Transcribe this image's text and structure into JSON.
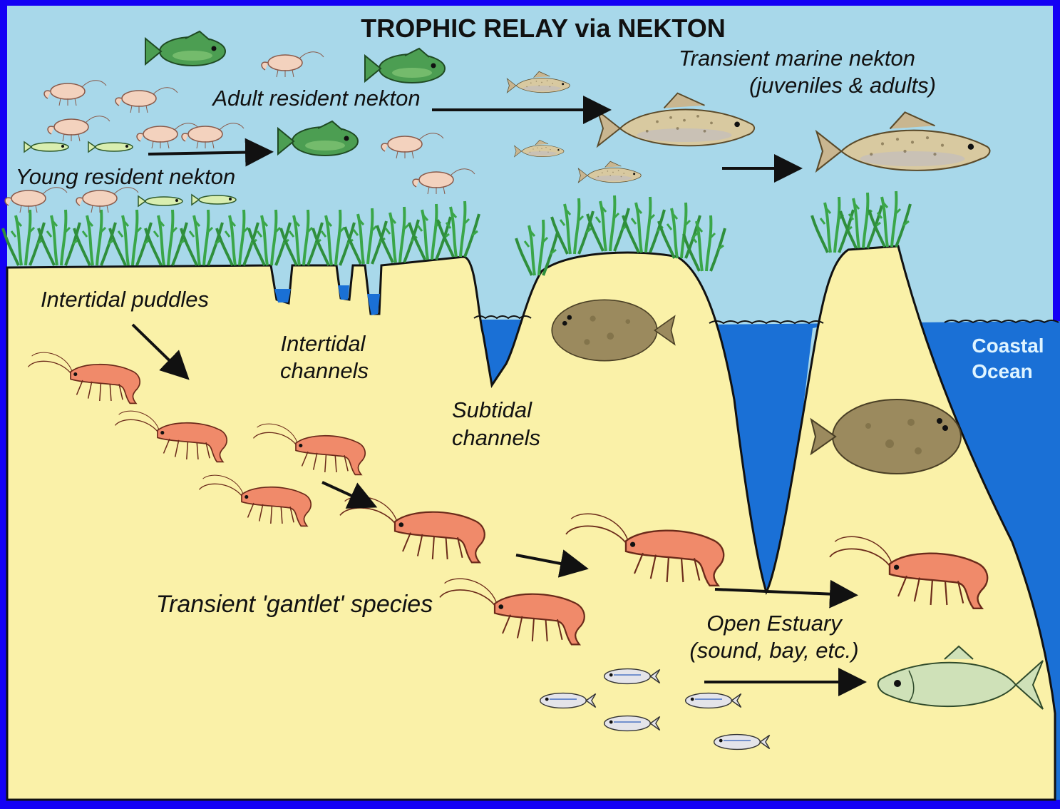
{
  "diagram": {
    "title": "TROPHIC RELAY via NEKTON",
    "labels": {
      "transient_marine_line1": "Transient marine nekton",
      "transient_marine_line2": "(juveniles & adults)",
      "adult_resident": "Adult resident nekton",
      "young_resident": "Young resident nekton",
      "intertidal_puddles": "Intertidal puddles",
      "intertidal_channels_line1": "Intertidal",
      "intertidal_channels_line2": "channels",
      "subtidal_channels_line1": "Subtidal",
      "subtidal_channels_line2": "channels",
      "coastal_ocean_line1": "Coastal",
      "coastal_ocean_line2": "Ocean",
      "gantlet_species": "Transient 'gantlet' species",
      "open_estuary_line1": "Open Estuary",
      "open_estuary_line2": "(sound, bay, etc.)"
    },
    "colors": {
      "frame": "#1400f5",
      "sky_water": "#a8d8ea",
      "sediment": "#faf1a8",
      "deep_water": "#1a70d6",
      "grass": "#3aa649",
      "shrimp": "#f08a6a",
      "killifish": "#4c9e52",
      "drum": "#c9b690",
      "flounder": "#9b8a5e",
      "menhaden": "#cfe1b8"
    },
    "icons": [
      "marsh-grass-icon",
      "killifish-icon",
      "grass-shrimp-icon",
      "juvenile-fish-icon",
      "red-drum-icon",
      "flounder-icon",
      "penaeid-shrimp-icon",
      "menhaden-icon",
      "arrow-icon"
    ]
  }
}
